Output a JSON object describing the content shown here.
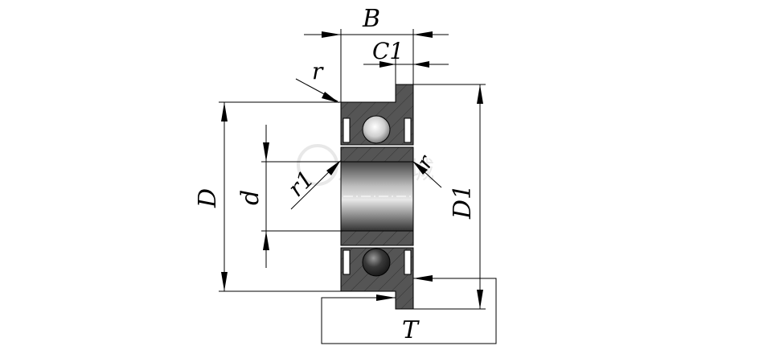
{
  "labels": {
    "B": "B",
    "C1": "C1",
    "r": "r",
    "D": "D",
    "d": "d",
    "r1": "r1",
    "r_inner": "r",
    "D1": "D1",
    "T": "T"
  },
  "watermark": {
    "text": "凡一商城",
    "color": "#d9d9d9"
  },
  "colors": {
    "section_fill": "#555555",
    "line": "#000000",
    "ball_fill": "#3a3a3a"
  }
}
